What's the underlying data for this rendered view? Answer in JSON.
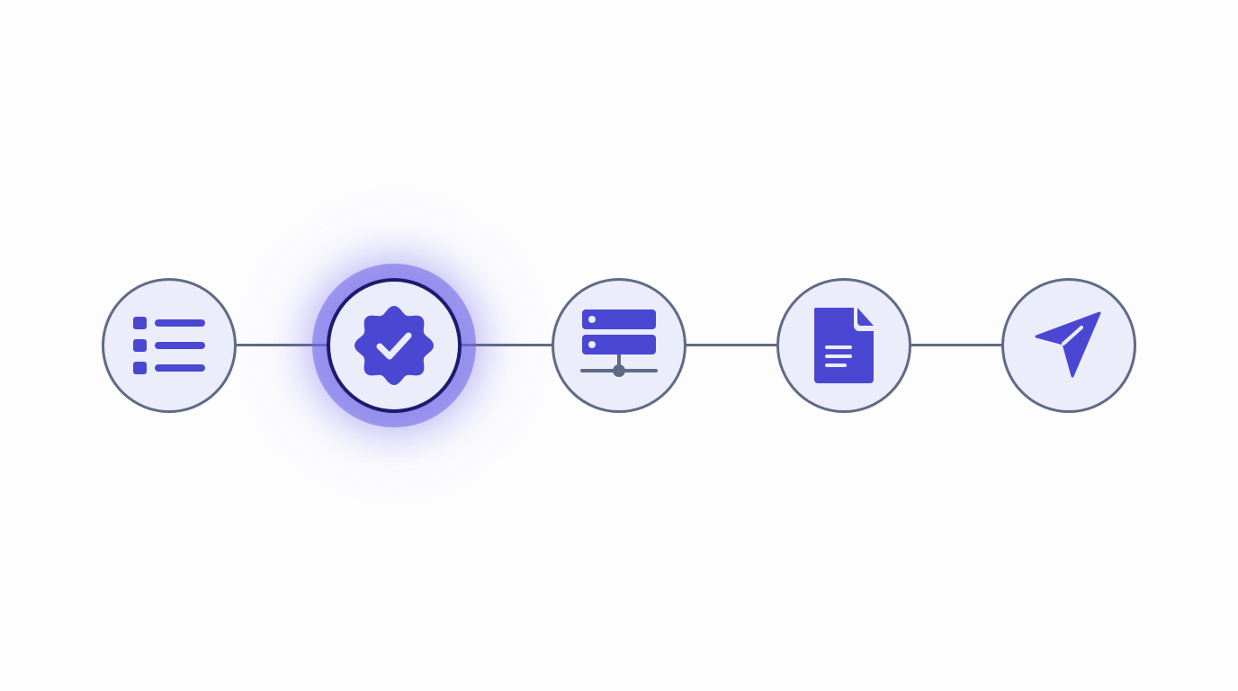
{
  "colors": {
    "background": "#fdfdfe",
    "node_fill": "#ecedfb",
    "node_border": "#5f6b85",
    "connector": "#5f6b85",
    "icon": "#4a47d3",
    "active_border": "#1e1b6e",
    "active_glow": "#6c63e8"
  },
  "steps": [
    {
      "icon": "list-icon",
      "state": "inactive"
    },
    {
      "icon": "verified-badge-icon",
      "state": "active"
    },
    {
      "icon": "server-network-icon",
      "state": "inactive"
    },
    {
      "icon": "document-icon",
      "state": "inactive"
    },
    {
      "icon": "send-icon",
      "state": "inactive"
    }
  ]
}
